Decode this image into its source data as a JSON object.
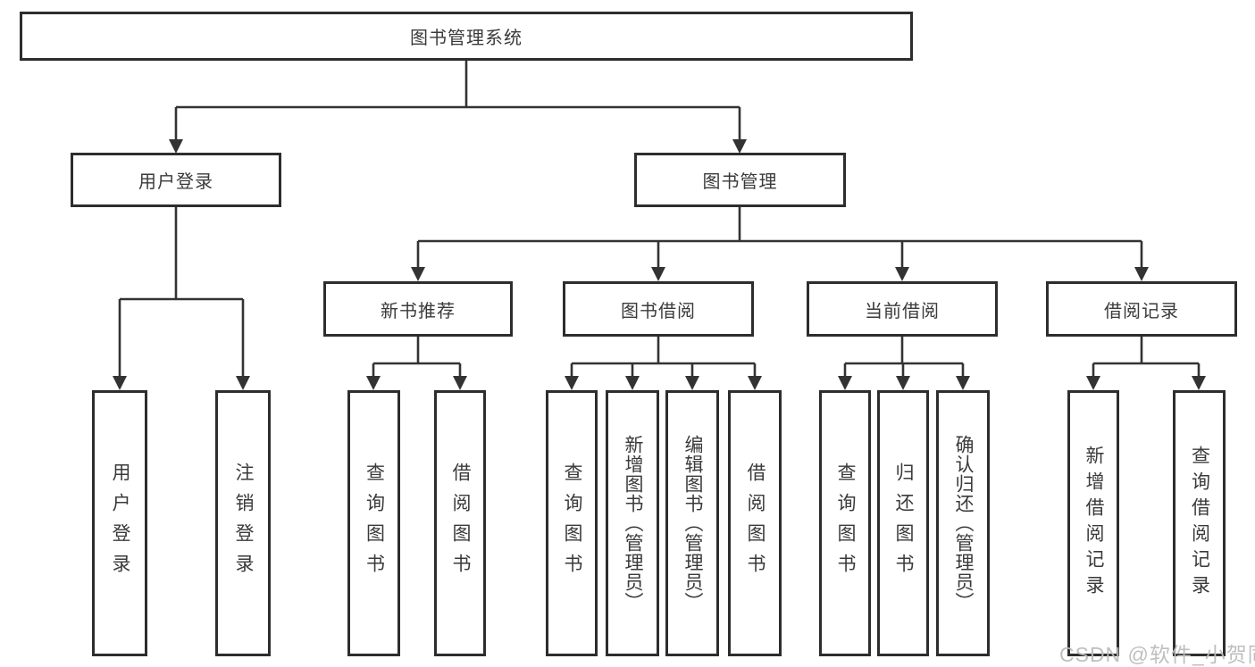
{
  "diagram": {
    "colors": {
      "line": "#333333",
      "box_border": "#2d2d2d",
      "box_fill": "#ffffff",
      "text": "#3a3a3a",
      "watermark": "#bcbcbc"
    },
    "nodes": {
      "root": {
        "label": "图书管理系统"
      },
      "user_login": {
        "label": "用户登录"
      },
      "book_mgmt": {
        "label": "图书管理"
      },
      "new_book_rec": {
        "label": "新书推荐"
      },
      "book_borrow": {
        "label": "图书借阅"
      },
      "current_borrow": {
        "label": "当前借阅"
      },
      "borrow_record": {
        "label": "借阅记录"
      },
      "leaf_user_login": {
        "label": "用户登录"
      },
      "leaf_logout": {
        "label": "注销登录"
      },
      "leaf_query_book_1": {
        "label": "查询图书"
      },
      "leaf_borrow_book_1": {
        "label": "借阅图书"
      },
      "leaf_query_book_2": {
        "label": "查询图书"
      },
      "leaf_add_book": {
        "label": "新增图书（管理员）"
      },
      "leaf_edit_book": {
        "label": "编辑图书（管理员）"
      },
      "leaf_borrow_book_2": {
        "label": "借阅图书"
      },
      "leaf_query_book_3": {
        "label": "查询图书"
      },
      "leaf_return_book": {
        "label": "归还图书"
      },
      "leaf_confirm_return": {
        "label": "确认归还（管理员）"
      },
      "leaf_add_record": {
        "label": "新增借阅记录"
      },
      "leaf_query_record": {
        "label": "查询借阅记录"
      }
    },
    "watermark": "CSDN @软件_小贺同学"
  }
}
